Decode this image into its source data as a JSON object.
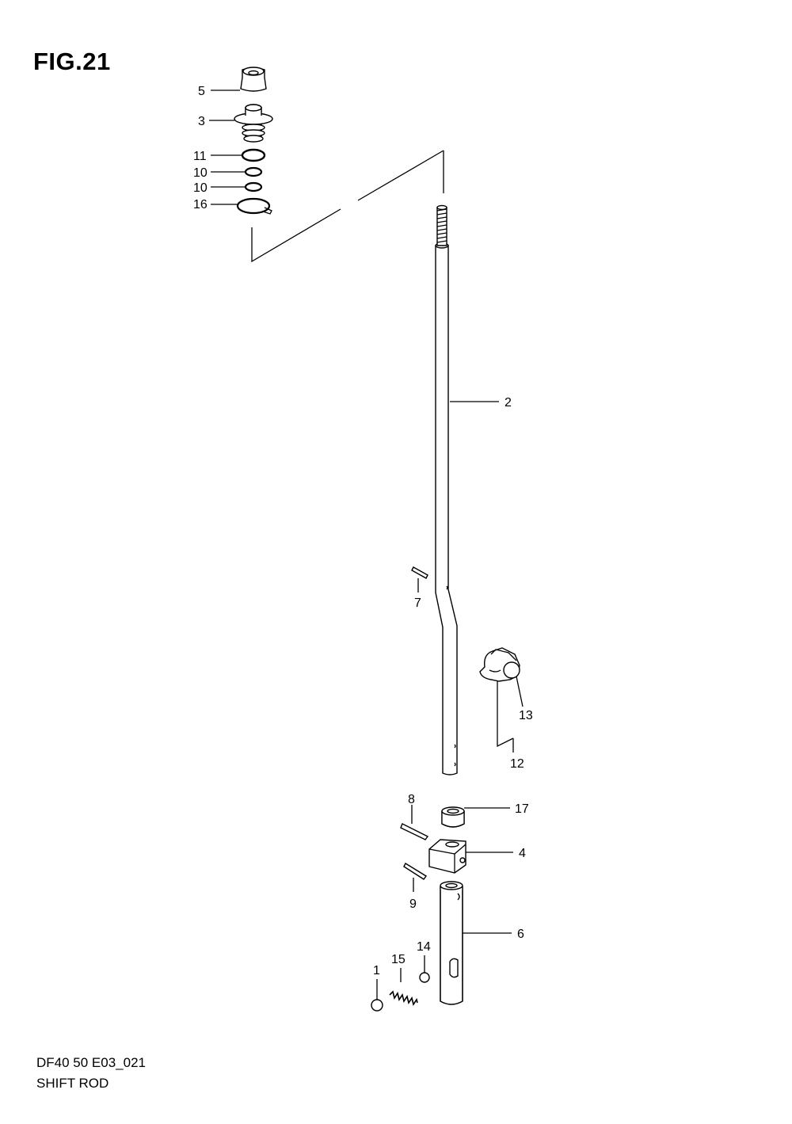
{
  "figure": {
    "title": "FIG.21",
    "code": "DF40 50 E03_021",
    "name": "SHIFT ROD"
  },
  "callouts": {
    "c1": "1",
    "c2": "2",
    "c3": "3",
    "c4": "4",
    "c5": "5",
    "c6": "6",
    "c7": "7",
    "c8": "8",
    "c9": "9",
    "c10a": "10",
    "c10b": "10",
    "c11": "11",
    "c12": "12",
    "c13": "13",
    "c14": "14",
    "c15": "15",
    "c16": "16",
    "c17": "17"
  }
}
